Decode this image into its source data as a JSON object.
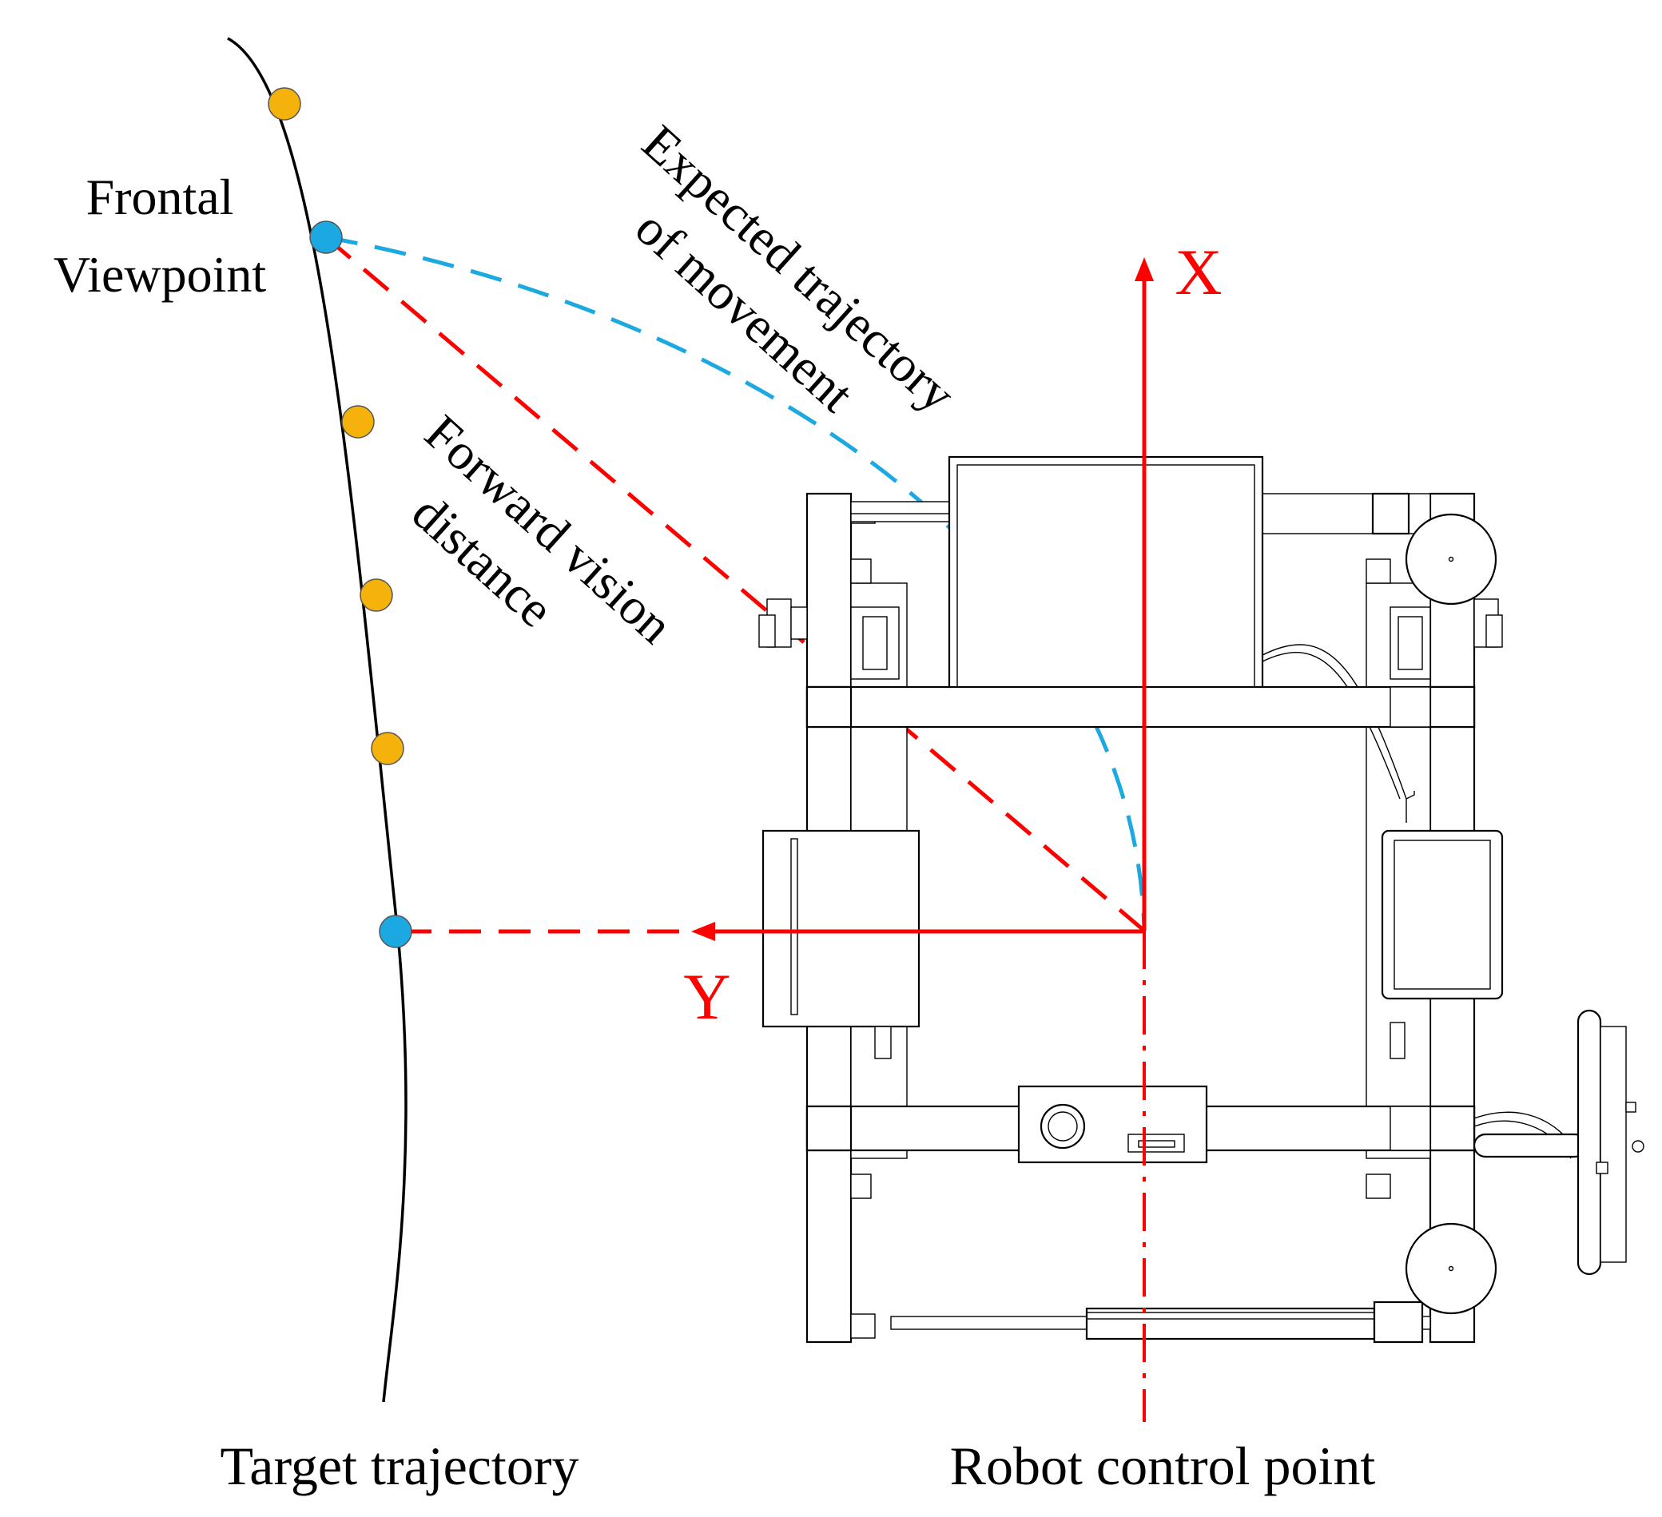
{
  "labels": {
    "frontal_viewpoint_line1": "Frontal",
    "frontal_viewpoint_line2": "Viewpoint",
    "expected_line1": "Expected trajectory",
    "expected_line2": "of movement",
    "forward_line1": "Forward vision",
    "forward_line2": "distance",
    "x_axis": "X",
    "y_axis": "Y",
    "target_trajectory": "Target trajectory",
    "robot_control_point": "Robot control point"
  },
  "colors": {
    "axis_red": "#ff0000",
    "expected_blue": "#1ca8e0",
    "viewpoint_blue": "#1ca8e0",
    "waypoint_orange": "#f5b20a",
    "curve_black": "#000000"
  },
  "markers": {
    "waypoints": 4,
    "viewpoints": 2
  }
}
